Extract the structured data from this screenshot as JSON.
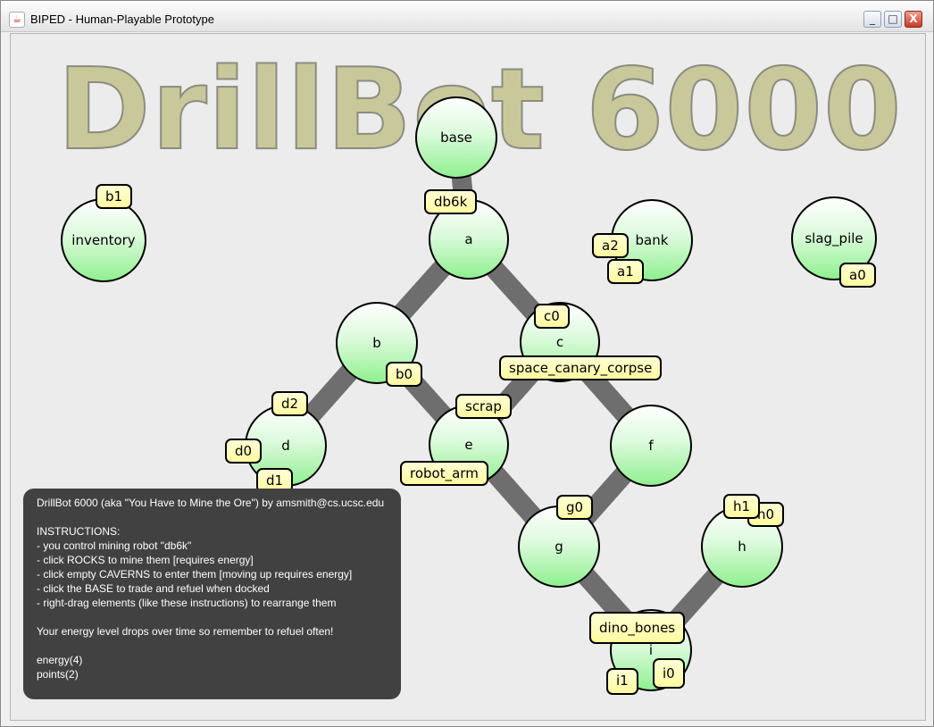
{
  "window": {
    "title": "BIPED - Human-Playable Prototype",
    "controls": {
      "minimize": "_",
      "maximize": "□",
      "close": "X"
    }
  },
  "logo": "DrillBot 6000",
  "nodes": {
    "base": "base",
    "inventory": "inventory",
    "a": "a",
    "bank": "bank",
    "slag_pile": "slag_pile",
    "b": "b",
    "c": "c",
    "d": "d",
    "e": "e",
    "f": "f",
    "g": "g",
    "h": "h",
    "i": "i"
  },
  "tags": {
    "b1": "b1",
    "db6k": "db6k",
    "a2": "a2",
    "a1": "a1",
    "a0": "a0",
    "c0": "c0",
    "space_canary_corpse": "space_canary_corpse",
    "b0": "b0",
    "d2": "d2",
    "scrap": "scrap",
    "d0": "d0",
    "d1": "d1",
    "robot_arm": "robot_arm",
    "g0": "g0",
    "h1": "h1",
    "h0": "h0",
    "dino_bones": "dino_bones",
    "i1": "i1",
    "i0": "i0"
  },
  "instructions": {
    "header": "DrillBot 6000 (aka \"You Have to Mine the Ore\") by amsmith@cs.ucsc.edu",
    "title": "INSTRUCTIONS:",
    "lines": [
      "- you control mining robot \"db6k\"",
      "- click ROCKS to mine them [requires energy]",
      "- click empty CAVERNS to enter them [moving up requires energy]",
      "- click the BASE to trade and refuel when docked",
      "- right-drag elements (like these instructions) to rearrange them"
    ],
    "warning": "Your energy level drops over time so remember to refuel often!",
    "energy": "energy(4)",
    "points": "points(2)"
  },
  "colors": {
    "node_green": "#90f090",
    "tag_yellow": "#fffaa0",
    "edge_gray": "#6e6e6e",
    "panel_bg": "#414141"
  }
}
